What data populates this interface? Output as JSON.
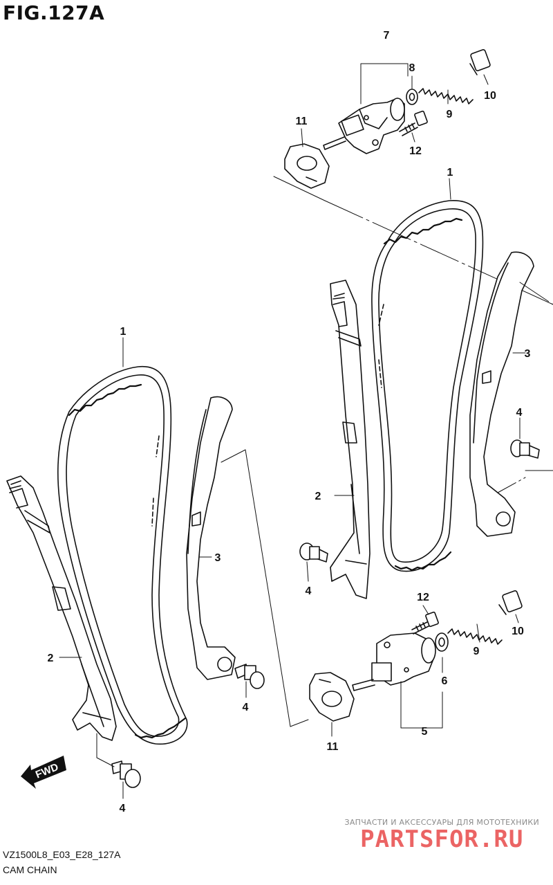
{
  "header": {
    "figure_title": "FIG.127A"
  },
  "footer": {
    "model_code": "VZ1500L8_E03_E28_127A",
    "section_name": "CAM CHAIN"
  },
  "watermark": {
    "caption": "ЗАПЧАСТИ И АКСЕССУАРЫ ДЛЯ МОТОТЕХНИКИ",
    "logo": "PARTSFOR.RU"
  },
  "direction": {
    "label": "FWD"
  },
  "callouts": {
    "top_1": "1",
    "top_2": "2",
    "top_3": "3",
    "top_4": "4",
    "top_5": "5",
    "top_6": "6",
    "top_7": "7",
    "top_8": "8",
    "top_9": "9",
    "top_10": "10",
    "top_11": "11",
    "top_12": "12",
    "bot_1": "1",
    "bot_2": "2",
    "bot_3": "3",
    "bot_4a": "4",
    "bot_4b": "4",
    "bot_9": "9",
    "bot_10": "10",
    "bot_11": "11",
    "bot_12": "12"
  }
}
